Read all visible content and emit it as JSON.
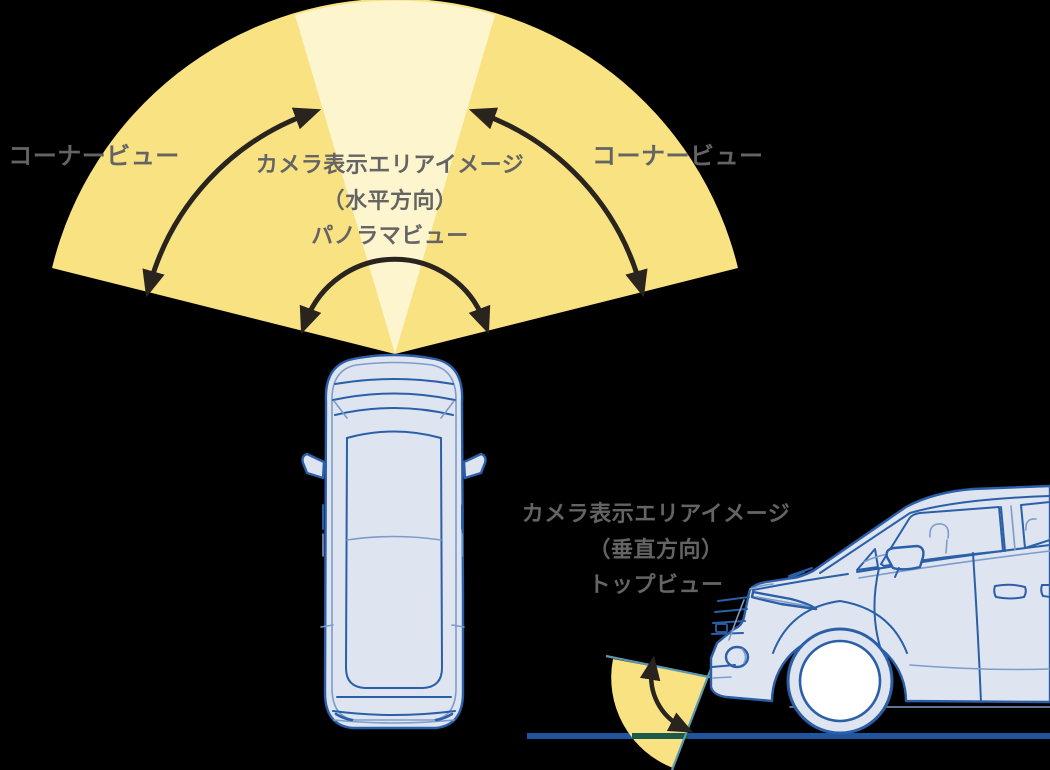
{
  "diagram": {
    "horizontal_section": {
      "corner_view_left": "コーナービュー",
      "corner_view_right": "コーナービュー",
      "center_label_line1": "カメラ表示エリアイメージ",
      "center_label_line2": "（水平方向）",
      "center_label_line3": "パノラマビュー"
    },
    "vertical_section": {
      "label_line1": "カメラ表示エリアイメージ",
      "label_line2": "（垂直方向）",
      "label_line3": "トップビュー"
    },
    "colors": {
      "bg": "#000000",
      "fan_outer": "#F8E282",
      "fan_inner": "#FDF5CD",
      "arrow": "#2A241E",
      "label_gray": "#646464",
      "car_fill": "#DEE5F0",
      "car_stroke": "#2B5FA8",
      "car_stroke_light": "#7D9CC9",
      "ground": "#1D55A0",
      "ground_tint": "#1B5A48",
      "wedge_edge": "#5E98AF"
    }
  }
}
